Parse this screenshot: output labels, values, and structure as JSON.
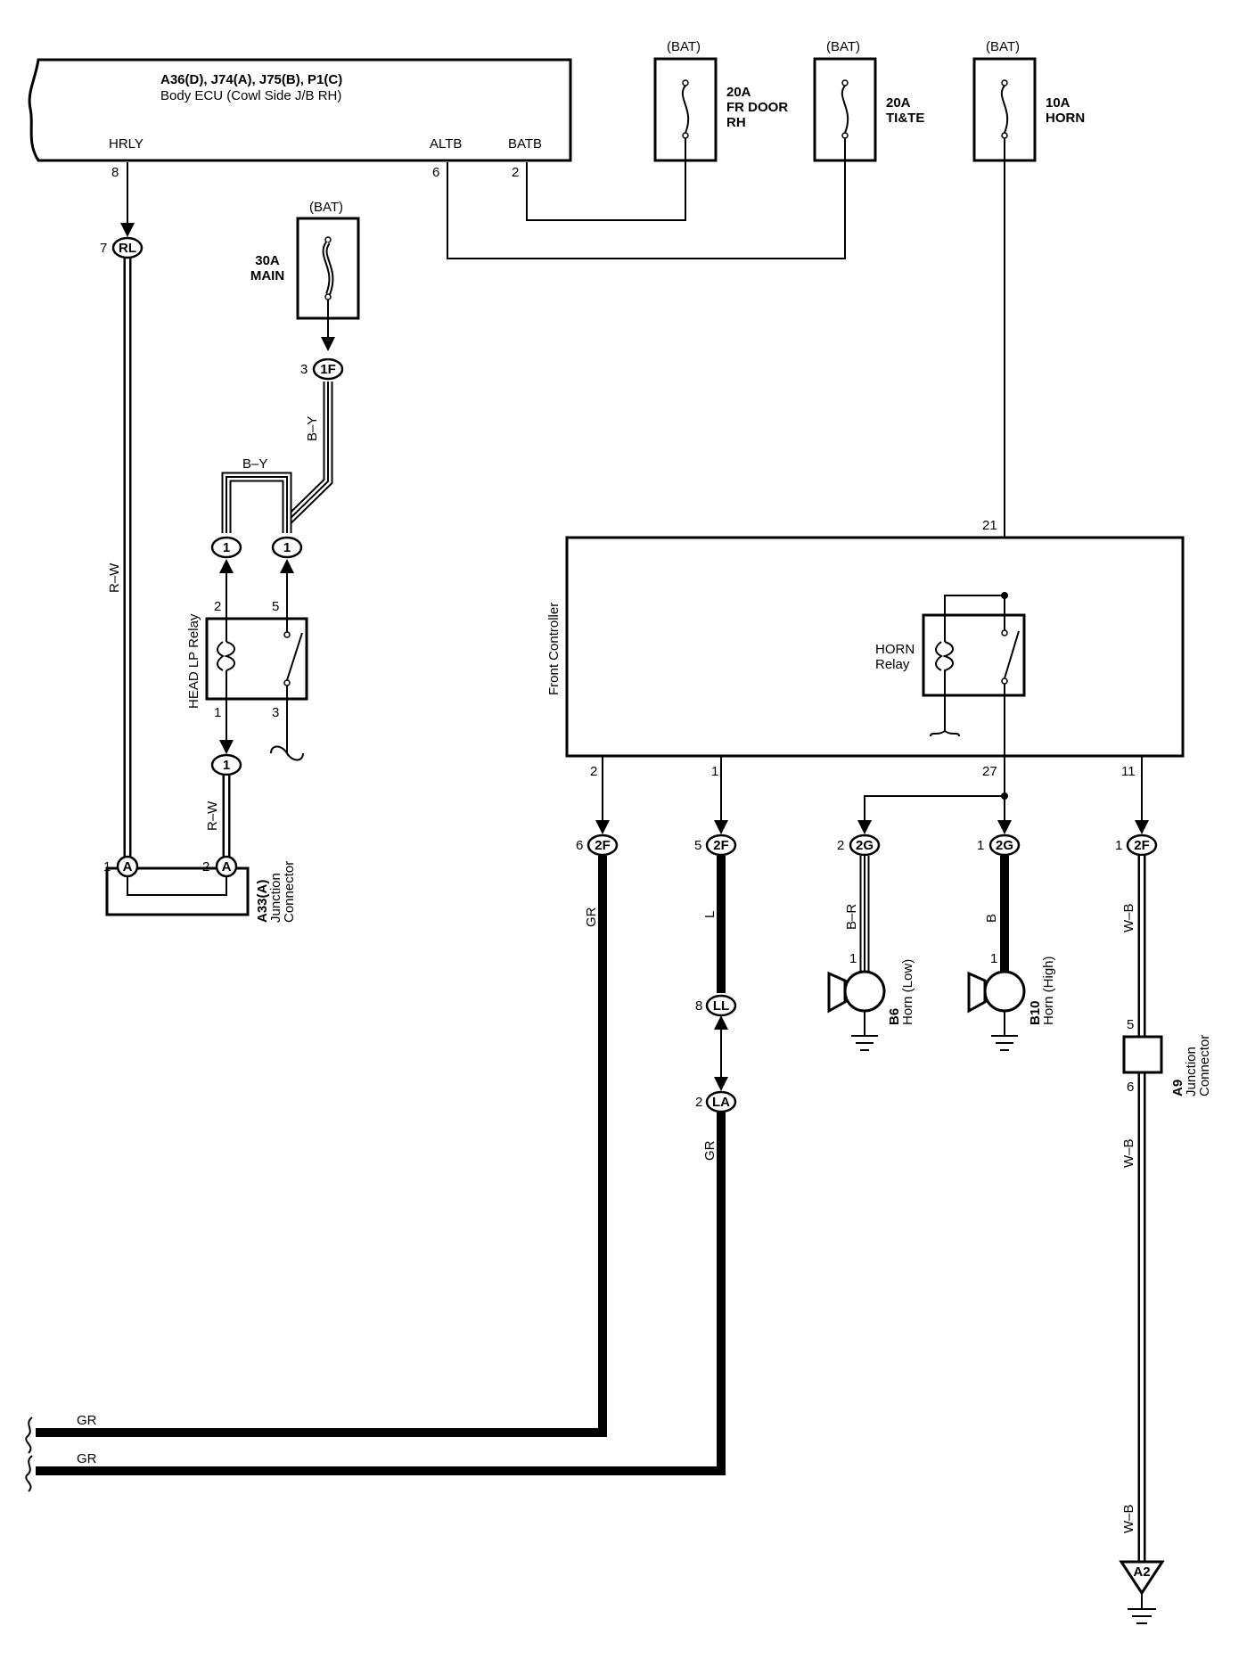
{
  "body_ecu": {
    "title": "A36(D), J74(A), J75(B), P1(C)",
    "subtitle": "Body ECU (Cowl Side J/B RH)",
    "pins": {
      "hrly": "HRLY",
      "altb": "ALTB",
      "batb": "BATB"
    },
    "pin_numbers": {
      "hrly": "8",
      "altb": "6",
      "batb": "2"
    }
  },
  "fuses": [
    {
      "source": "(BAT)",
      "rating": "20A",
      "name_line1": "FR DOOR",
      "name_line2": "RH"
    },
    {
      "source": "(BAT)",
      "rating": "20A",
      "name_line1": "TI&TE",
      "name_line2": ""
    },
    {
      "source": "(BAT)",
      "rating": "10A",
      "name_line1": "HORN",
      "name_line2": ""
    },
    {
      "source": "(BAT)",
      "rating": "30A",
      "name_line1": "MAIN",
      "name_line2": ""
    }
  ],
  "connectors": {
    "rl": {
      "code": "RL",
      "pin": "7"
    },
    "f1": {
      "code": "1F",
      "pin": "3"
    },
    "relay_in_a": {
      "code": "1"
    },
    "relay_in_b": {
      "code": "1"
    },
    "relay_out": {
      "code": "1"
    },
    "a33_1": {
      "code": "A",
      "pin": "1"
    },
    "a33_2": {
      "code": "A",
      "pin": "2"
    },
    "c2f_6": {
      "code": "2F",
      "pin": "6"
    },
    "c2f_5": {
      "code": "2F",
      "pin": "5"
    },
    "c2g_2": {
      "code": "2G",
      "pin": "2"
    },
    "c2g_1": {
      "code": "2G",
      "pin": "1"
    },
    "c2f_1": {
      "code": "2F",
      "pin": "1"
    },
    "ll": {
      "code": "LL",
      "pin": "8"
    },
    "la": {
      "code": "LA",
      "pin": "2"
    },
    "a2": {
      "code": "A2"
    }
  },
  "head_lp_relay": {
    "label": "HEAD LP Relay",
    "pins": {
      "p2": "2",
      "p5": "5",
      "p1": "1",
      "p3": "3"
    }
  },
  "a33": {
    "code": "A33(A)",
    "name_line1": "Junction",
    "name_line2": "Connector"
  },
  "front_controller": {
    "label": "Front Controller",
    "horn_relay_line1": "HORN",
    "horn_relay_line2": "Relay",
    "pins": {
      "p21": "21",
      "p2": "2",
      "p1": "1",
      "p27": "27",
      "p11": "11"
    }
  },
  "horns": [
    {
      "code": "B6",
      "name": "Horn (Low)",
      "pin": "1"
    },
    {
      "code": "B10",
      "name": "Horn (High)",
      "pin": "1"
    }
  ],
  "a9": {
    "code": "A9",
    "name_line1": "Junction",
    "name_line2": "Connector",
    "pin_top": "5",
    "pin_bottom": "6"
  },
  "wires": {
    "rw_main": "R–W",
    "rw_short": "R–W",
    "by_vertical": "B–Y",
    "by_horizontal": "B–Y",
    "gr_2f6": "GR",
    "l_2f5": "L",
    "gr_la": "GR",
    "br": "B–R",
    "b": "B",
    "wb_top": "W–B",
    "wb_mid": "W–B",
    "wb_bottom": "W–B",
    "gr_left_1": "GR",
    "gr_left_2": "GR"
  }
}
